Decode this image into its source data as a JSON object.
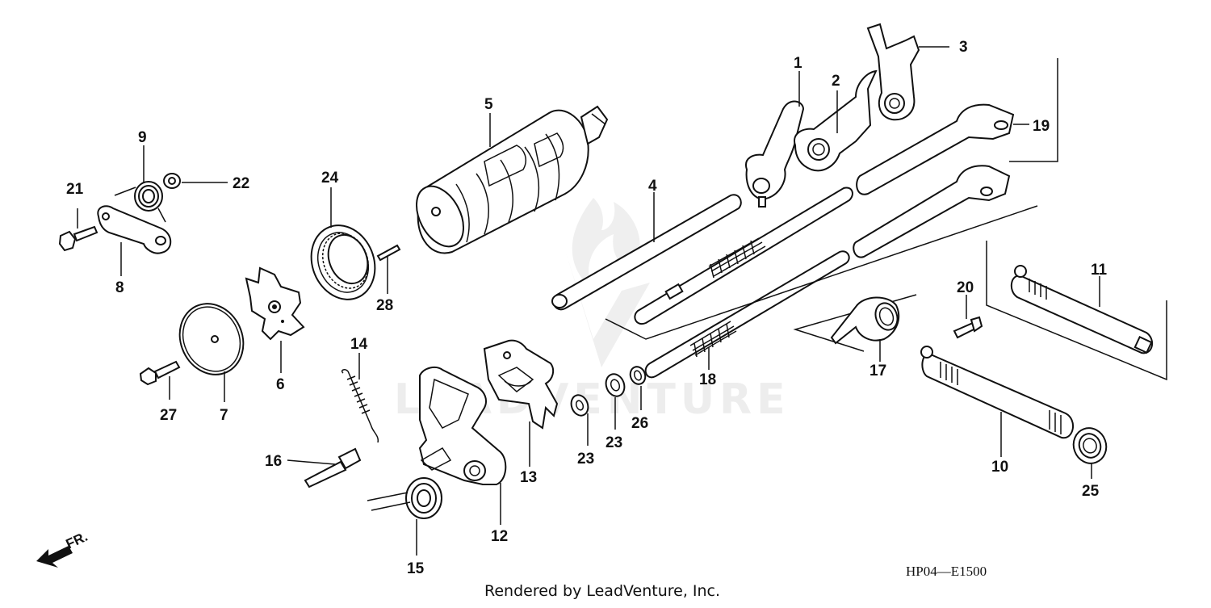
{
  "diagram": {
    "watermark": "LEADVENTURE",
    "code": "HP04—E1500",
    "credit": "Rendered by LeadVenture, Inc.",
    "direction_label": "FR.",
    "callouts": {
      "c1": "1",
      "c2": "2",
      "c3": "3",
      "c4": "4",
      "c5": "5",
      "c6": "6",
      "c7": "7",
      "c8": "8",
      "c9": "9",
      "c10": "10",
      "c11": "11",
      "c12": "12",
      "c13": "13",
      "c14": "14",
      "c15": "15",
      "c16": "16",
      "c17": "17",
      "c18": "18",
      "c19": "19",
      "c20": "20",
      "c21": "21",
      "c22": "22",
      "c23a": "23",
      "c23b": "23",
      "c24": "24",
      "c25": "25",
      "c26": "26",
      "c27": "27",
      "c28": "28"
    }
  }
}
